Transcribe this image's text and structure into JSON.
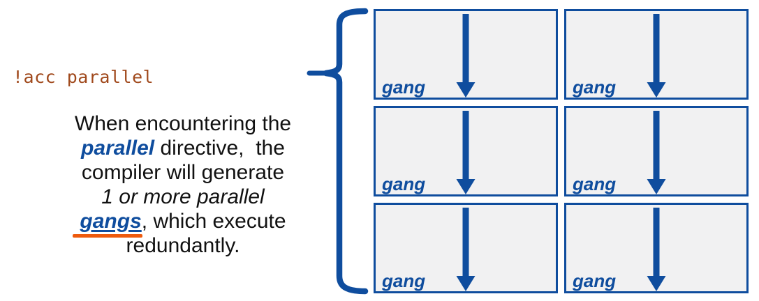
{
  "colors": {
    "blue": "#0F4D9E",
    "orange": "#EE5A0D",
    "code_brown": "#A0491C",
    "box_fill": "#F1F1F2",
    "text": "#111111"
  },
  "code_label": "!acc parallel",
  "paragraph": {
    "lines": [
      {
        "segments": [
          {
            "text": "When encountering the",
            "style": "plain"
          }
        ]
      },
      {
        "segments": [
          {
            "text": "parallel",
            "style": "keyword"
          },
          {
            "text": " directive,  the",
            "style": "plain"
          }
        ]
      },
      {
        "segments": [
          {
            "text": "compiler will generate",
            "style": "plain"
          }
        ]
      },
      {
        "segments": [
          {
            "text": "1 or more parallel",
            "style": "italic"
          }
        ]
      },
      {
        "segments": [
          {
            "text": "gangs",
            "style": "gangs"
          },
          {
            "text": ", which execute",
            "style": "plain"
          }
        ]
      },
      {
        "segments": [
          {
            "text": "redundantly.",
            "style": "plain"
          }
        ]
      }
    ]
  },
  "diagram": {
    "icons": {
      "brace": "left-curly-brace-icon",
      "arrow": "down-arrow-icon"
    },
    "grid": {
      "columns": 2,
      "rows": 3
    },
    "boxes": [
      {
        "label": "gang"
      },
      {
        "label": "gang"
      },
      {
        "label": "gang"
      },
      {
        "label": "gang"
      },
      {
        "label": "gang"
      },
      {
        "label": "gang"
      }
    ]
  }
}
